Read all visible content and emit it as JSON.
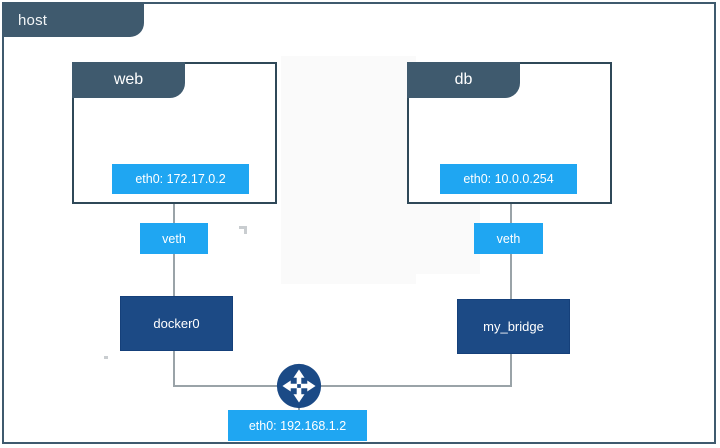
{
  "diagram": {
    "type": "network-topology",
    "host": {
      "tab_label": "host",
      "border_color": "#3f5a6e"
    },
    "containers": [
      {
        "name": "web",
        "interface_label": "eth0: 172.17.0.2",
        "veth_label": "veth",
        "connects_to": "docker0"
      },
      {
        "name": "db",
        "interface_label": "eth0: 10.0.0.254",
        "veth_label": "veth",
        "connects_to": "my_bridge"
      }
    ],
    "bridges": [
      {
        "name": "docker0"
      },
      {
        "name": "my_bridge"
      }
    ],
    "router": {
      "icon": "router-icon",
      "interface_label": "eth0: 192.168.1.2"
    },
    "colors": {
      "slate": "#3f5a6e",
      "container_border": "#2f4858",
      "accent_blue": "#1fa6f2",
      "bridge_blue": "#1c4a85",
      "line_grey": "#9aa3a8"
    }
  }
}
